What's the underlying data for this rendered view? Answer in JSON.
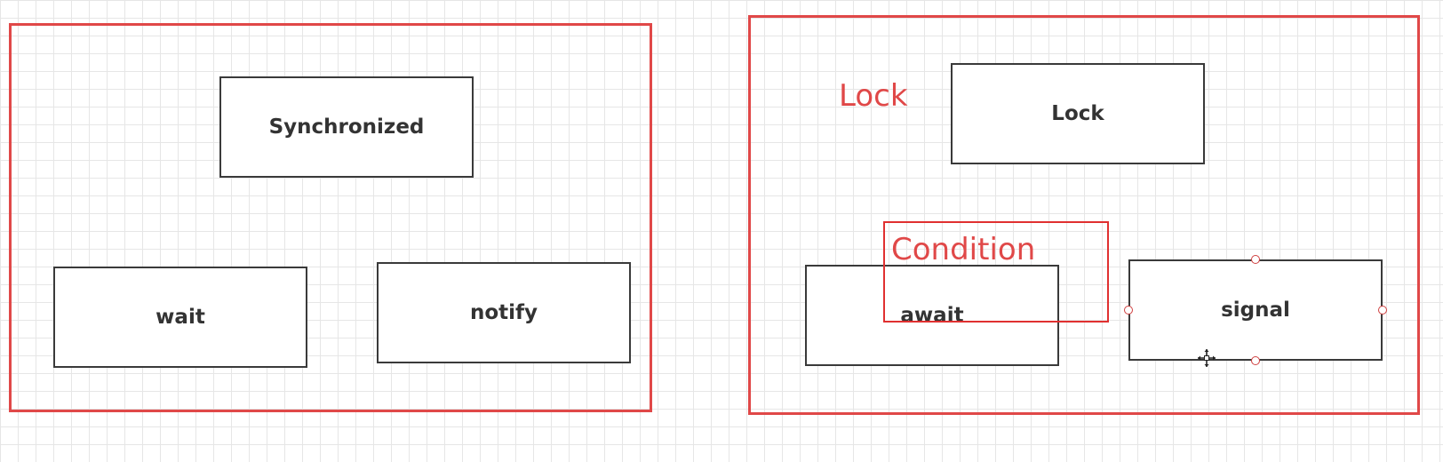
{
  "colors": {
    "frame": "#e04848",
    "node_border": "#3a3a3a",
    "node_text": "#333333",
    "grid": "#e6e6e6"
  },
  "left_panel": {
    "top_node": "Synchronized",
    "left_node": "wait",
    "right_node": "notify"
  },
  "right_panel": {
    "annotation_label": "Lock",
    "top_node": "Lock",
    "condition_label": "Condition",
    "left_node": "await",
    "right_node": "signal",
    "selected_node": "signal"
  },
  "icons": {
    "cursor": "move-cursor-icon"
  }
}
